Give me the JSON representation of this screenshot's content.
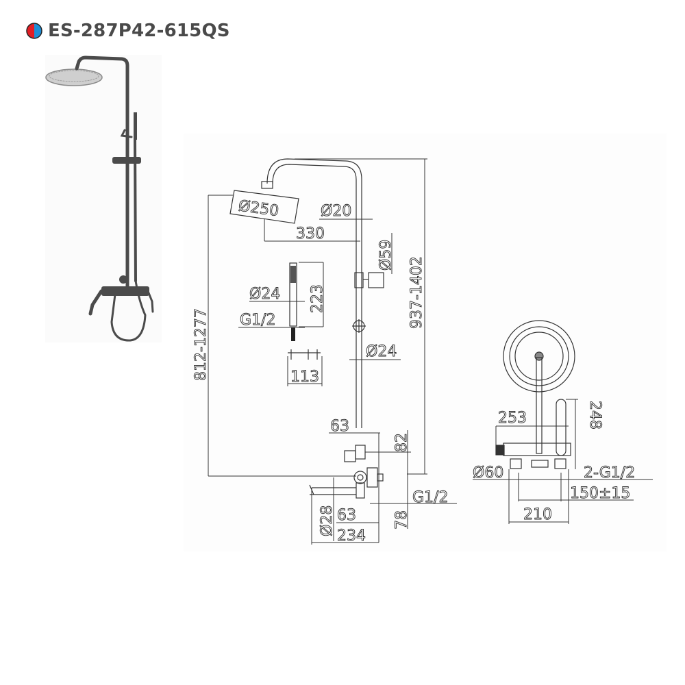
{
  "header": {
    "model_code": "ES-287P42-615QS",
    "icon": "hot-cold-indicator-icon",
    "icon_colors": {
      "hot": "#e31e24",
      "cold": "#1e8fd6"
    }
  },
  "product_photo": {
    "description": "Rendered shower column set with round overhead shower head, hand shower on slide bar, and wall-mounted bath mixer with spout",
    "finish_color": "#4b4b4b"
  },
  "front_view": {
    "dimensions": {
      "shower_head_diameter": "Ø250",
      "pipe_diameter": "Ø20",
      "arm_reach": "330",
      "holder_diameter": "Ø59",
      "total_height_range": "937-1402",
      "head_to_mixer_range": "812-1277",
      "hand_shower_diameter": "Ø24",
      "hand_shower_length": "223",
      "hand_shower_thread": "G1/2",
      "holder_width": "113",
      "riser_diameter": "Ø24",
      "mixer_offset_top": "63",
      "mixer_height_top": "82",
      "inlet_thread": "G1/2",
      "spout_diameter": "Ø28",
      "mixer_offset_bottom": "63",
      "mixer_height_bottom": "78",
      "spout_length": "234"
    }
  },
  "side_view": {
    "dimensions": {
      "mixer_body_length": "253",
      "handle_height": "248",
      "flange_diameter": "Ø60",
      "inlet_threads": "2-G1/2",
      "inlet_spacing": "150±15",
      "overall_width": "210"
    }
  }
}
